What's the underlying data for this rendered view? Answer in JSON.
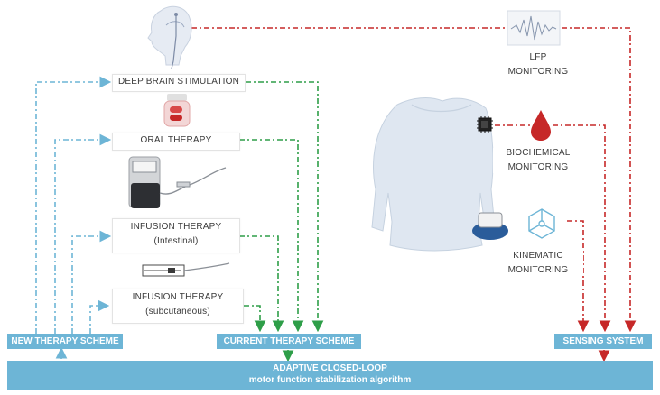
{
  "therapies": {
    "dbs": "DEEP BRAIN STIMULATION",
    "oral": "ORAL THERAPY",
    "infusion_intestinal": {
      "line1": "INFUSION THERAPY",
      "line2": "(Intestinal)"
    },
    "infusion_subcutaneous": {
      "line1": "INFUSION THERAPY",
      "line2": "(subcutaneous)"
    }
  },
  "monitoring": {
    "lfp": {
      "line1": "LFP",
      "line2": "MONITORING"
    },
    "biochemical": {
      "line1": "BIOCHEMICAL",
      "line2": "MONITORING"
    },
    "kinematic": {
      "line1": "KINEMATIC",
      "line2": "MONITORING"
    }
  },
  "schemes": {
    "new": "NEW THERAPY SCHEME",
    "current": "CURRENT THERAPY  SCHEME",
    "sensing": "SENSING SYSTEM"
  },
  "algorithm": {
    "line1": "ADAPTIVE CLOSED-LOOP",
    "line2": "motor function stabilization algorithm"
  },
  "colors": {
    "blue": "#6db5d6",
    "green": "#2e9e48",
    "red": "#c62828"
  },
  "icons": [
    "head-dbs-icon",
    "pill-bottle-icon",
    "infusion-pump-icon",
    "syringe-pump-icon",
    "lfp-signal-icon",
    "torso-icon",
    "chip-sensor-icon",
    "blood-drop-icon",
    "wrist-device-icon",
    "molecule-icon"
  ]
}
